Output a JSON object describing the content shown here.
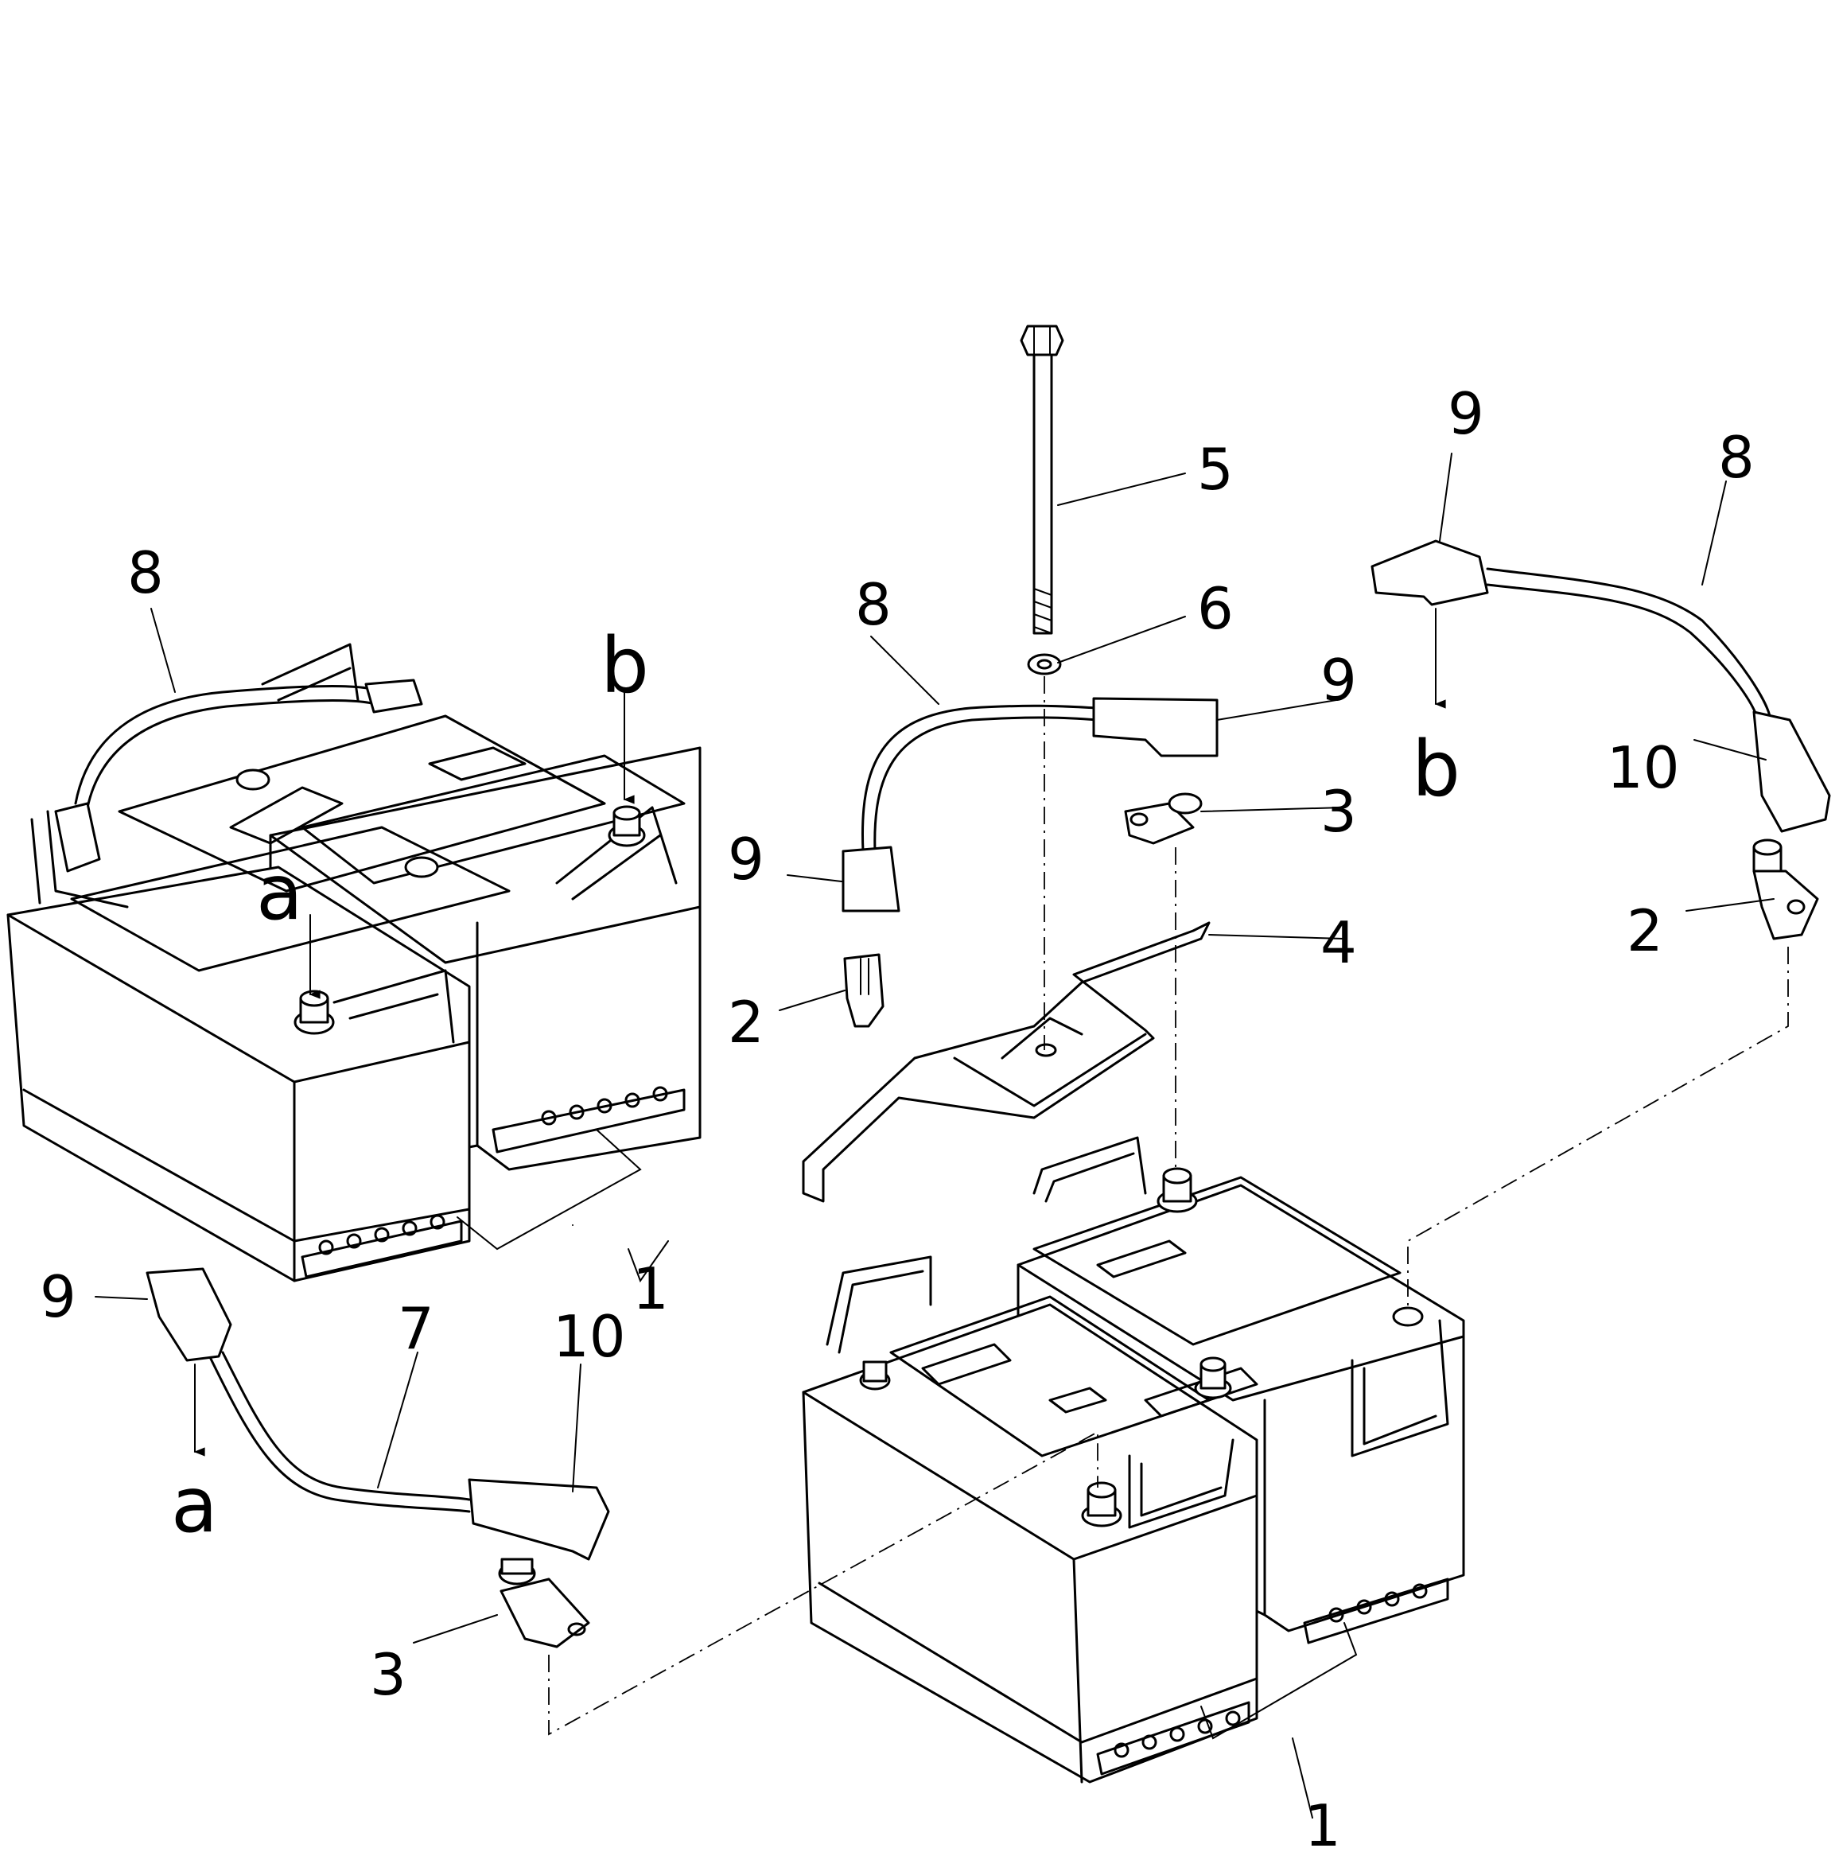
{
  "diagram": {
    "callouts": {
      "c1_left": "1",
      "c1_right": "1",
      "c2_mid": "2",
      "c2_right": "2",
      "c3_top": "3",
      "c3_bottom": "3",
      "c4": "4",
      "c5": "5",
      "c6": "6",
      "c7": "7",
      "c8_left": "8",
      "c8_mid": "8",
      "c8_right": "8",
      "c9_bottomleft": "9",
      "c9_mid_left": "9",
      "c9_mid_right": "9",
      "c9_topright": "9",
      "c10_bottom": "10",
      "c10_right": "10"
    },
    "connection_marks": {
      "a_on_battery": "a",
      "a_on_cable": "a",
      "b_on_battery": "b",
      "b_on_cable": "b"
    }
  }
}
